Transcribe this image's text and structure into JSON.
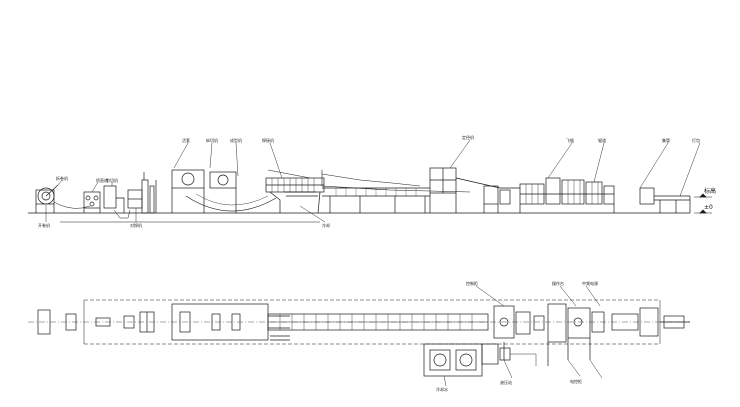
{
  "elevation_view": {
    "labels": [
      "拆卷机",
      "开卷机",
      "矫直机",
      "剪切机",
      "对焊机",
      "活套",
      "纵切机",
      "成型机",
      "焊接机",
      "冷却",
      "定径机",
      "飞锯",
      "辊道",
      "集管",
      "打包"
    ],
    "level_marks": [
      "±0",
      "标高"
    ]
  },
  "plan_view": {
    "labels": [
      "控制柜",
      "操作台",
      "中频电源",
      "冷却水",
      "液压站",
      "电控柜"
    ]
  },
  "colors": {
    "line": "#1a1a1a",
    "centerline": "#555555",
    "accent_red": "#cc2b2b",
    "accent_blue": "#2a5db0",
    "accent_green": "#2e8b57"
  }
}
